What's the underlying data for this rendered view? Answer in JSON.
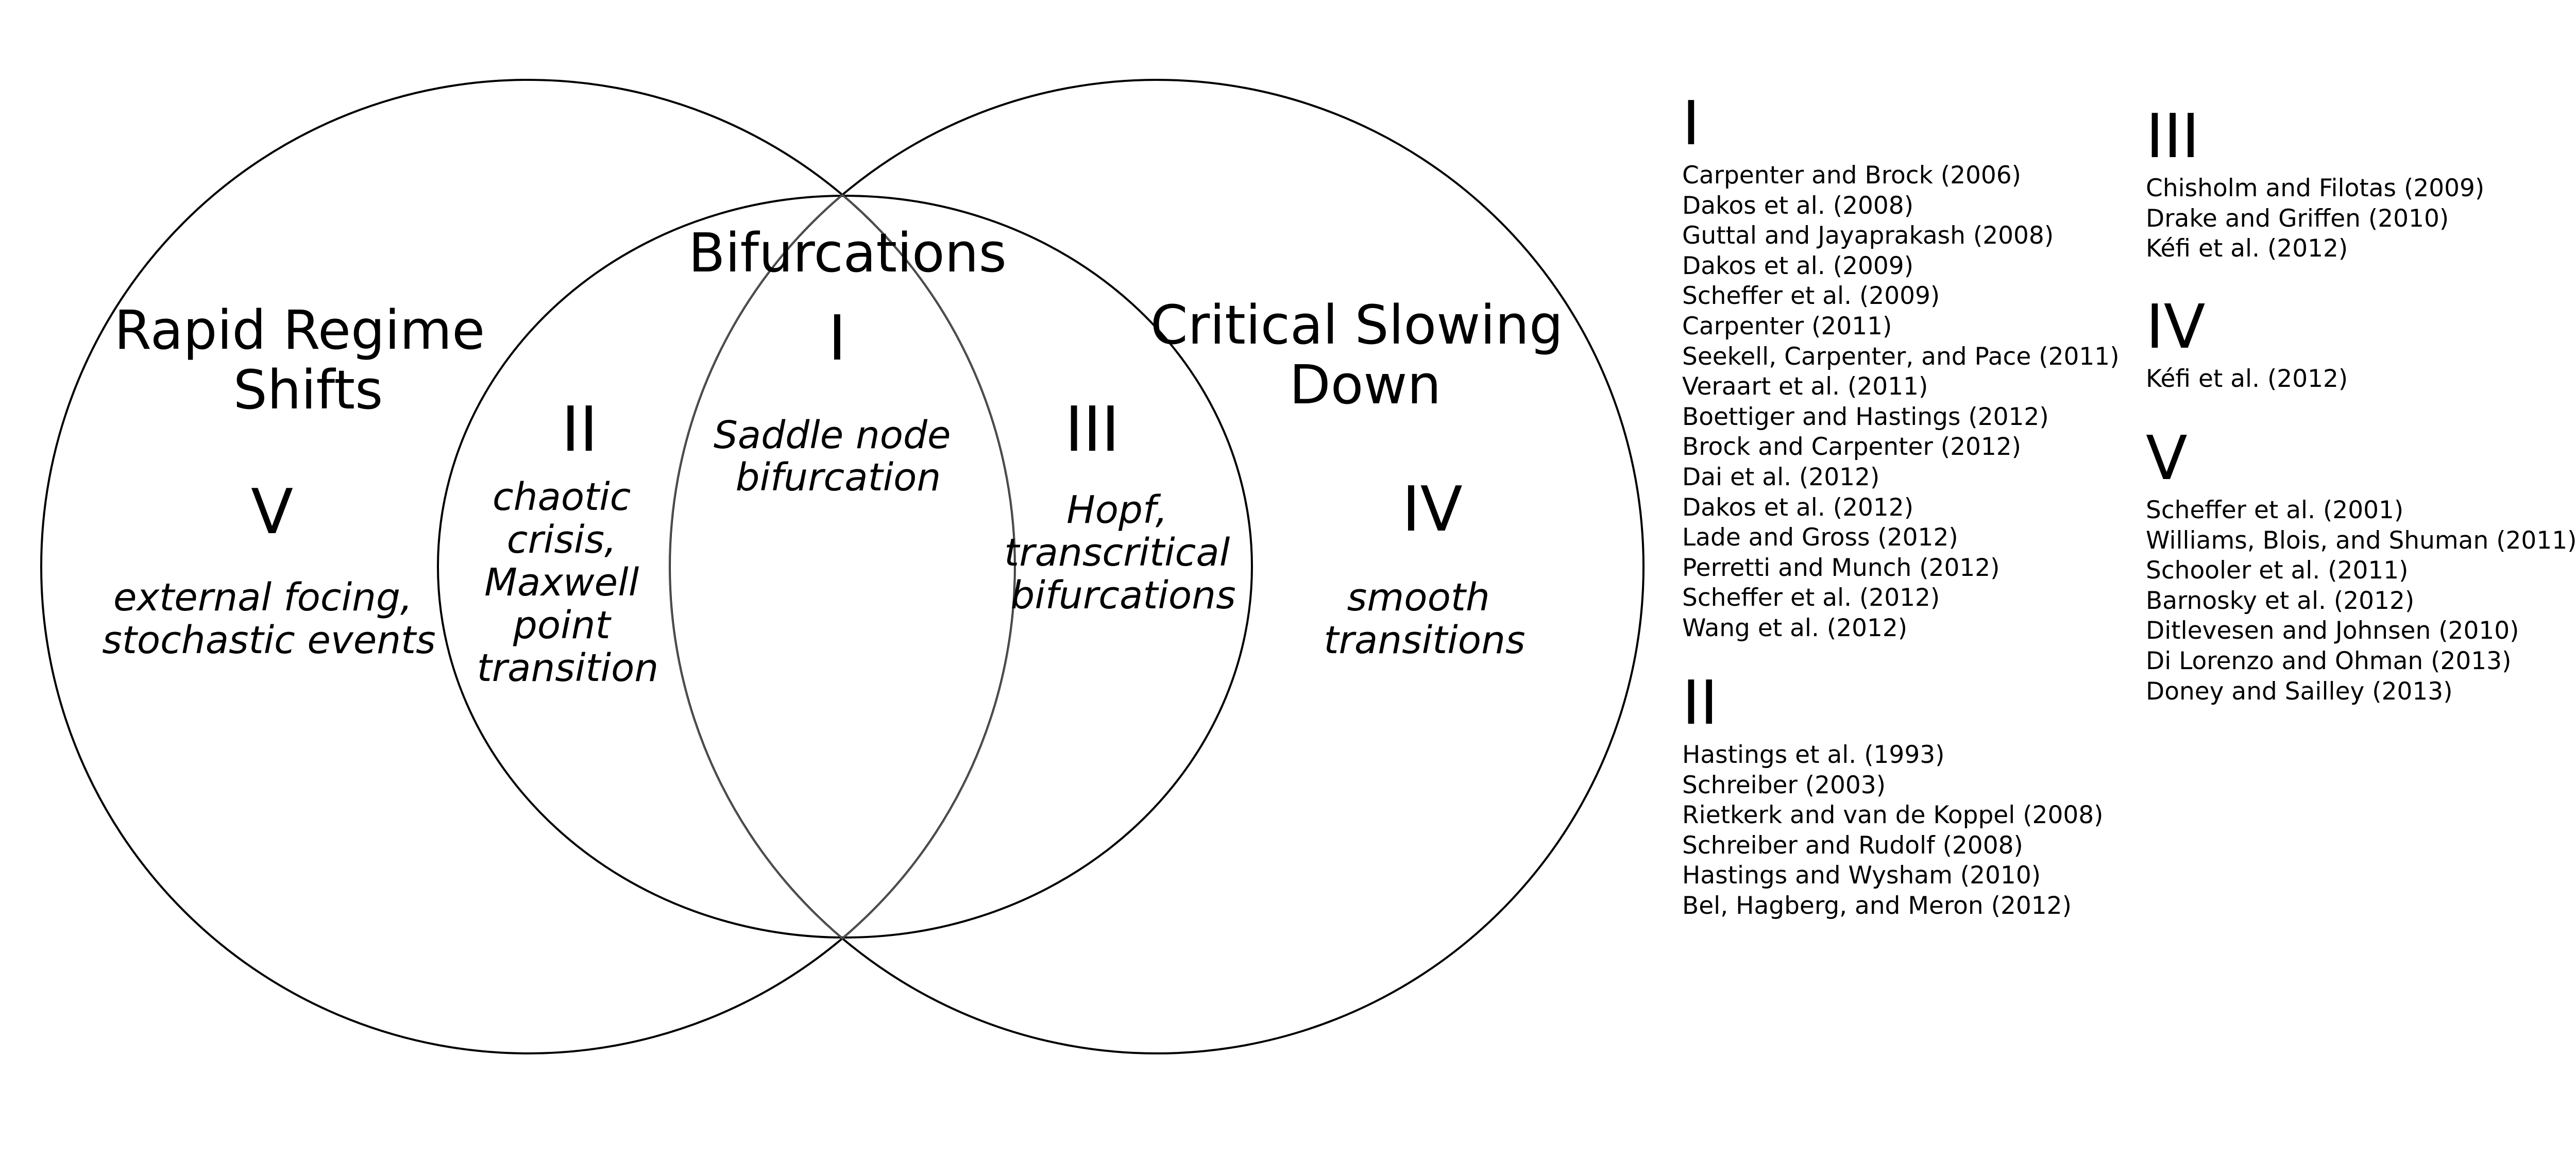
{
  "diagram": {
    "title_left": [
      "Rapid Regime",
      "Shifts"
    ],
    "title_center": "Bifurcations",
    "title_right": [
      "Critical Slowing",
      "Down"
    ],
    "regions": {
      "I": {
        "numeral": "I",
        "desc": [
          "Saddle node",
          "bifurcation"
        ]
      },
      "II": {
        "numeral": "II",
        "desc": [
          "chaotic",
          "crisis,",
          "Maxwell",
          "point",
          "transition"
        ]
      },
      "III": {
        "numeral": "III",
        "desc": [
          "Hopf,",
          "transcritical",
          "bifurcations"
        ]
      },
      "IV": {
        "numeral": "IV",
        "desc": [
          "smooth",
          "transitions"
        ]
      },
      "V": {
        "numeral": "V",
        "desc": [
          "external focing,",
          "stochastic events"
        ]
      }
    }
  },
  "references": {
    "I": {
      "heading": "I",
      "items": [
        "Carpenter and Brock (2006)",
        "Dakos et al. (2008)",
        "Guttal and Jayaprakash (2008)",
        "Dakos et al. (2009)",
        "Scheffer et al. (2009)",
        "Carpenter (2011)",
        "Seekell, Carpenter, and Pace (2011)",
        "Veraart et al. (2011)",
        "Boettiger and Hastings (2012)",
        "Brock and Carpenter (2012)",
        "Dai et al. (2012)",
        "Dakos et al. (2012)",
        "Lade and Gross (2012)",
        "Perretti and Munch (2012)",
        "Scheffer et al. (2012)",
        "Wang et al. (2012)"
      ]
    },
    "II": {
      "heading": "II",
      "items": [
        "Hastings et al. (1993)",
        "Schreiber (2003)",
        "Rietkerk and van de Koppel (2008)",
        "Schreiber and Rudolf (2008)",
        "Hastings and Wysham (2010)",
        "Bel, Hagberg, and Meron (2012)"
      ]
    },
    "III": {
      "heading": "III",
      "items": [
        "Chisholm and Filotas (2009)",
        "Drake and Griffen (2010)",
        "Kéfi et al. (2012)"
      ]
    },
    "IV": {
      "heading": "IV",
      "items": [
        "Kéfi et al. (2012)"
      ]
    },
    "V": {
      "heading": "V",
      "items": [
        "Scheffer et al. (2001)",
        "Williams, Blois, and Shuman (2011)",
        "Schooler et al. (2011)",
        "Barnosky et al. (2012)",
        "Ditlevesen and Johnsen (2010)",
        "Di Lorenzo and Ohman (2013)",
        "Doney and Sailley (2013)"
      ]
    }
  }
}
